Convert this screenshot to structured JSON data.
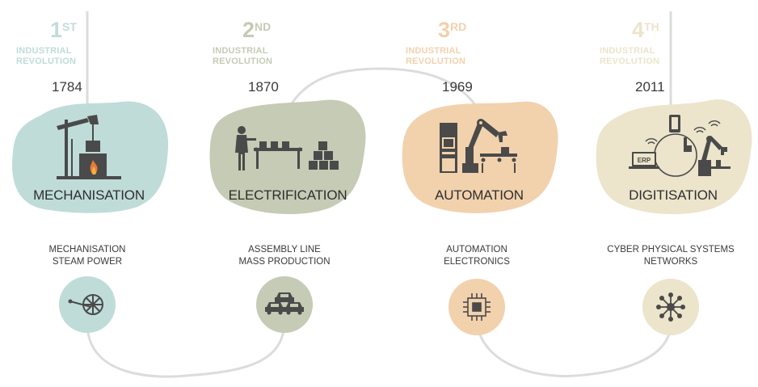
{
  "stages": [
    {
      "ordinal_number": "1",
      "ordinal_suffix": "ST",
      "revolution_line1": "INDUSTRIAL",
      "revolution_line2": "REVOLUTION",
      "year": "1784",
      "title": "MECHANISATION",
      "desc_line1": "MECHANISATION",
      "desc_line2": "STEAM POWER",
      "color": "#bfdcd9",
      "icon": "oil-pump-furnace-icon",
      "small_icon": "steam-wheel-icon"
    },
    {
      "ordinal_number": "2",
      "ordinal_suffix": "ND",
      "revolution_line1": "INDUSTRIAL",
      "revolution_line2": "REVOLUTION",
      "year": "1870",
      "title": "ELECTRIFICATION",
      "desc_line1": "ASSEMBLY LINE",
      "desc_line2": "MASS PRODUCTION",
      "color": "#c5cbb4",
      "icon": "assembly-line-worker-icon",
      "small_icon": "cars-icon"
    },
    {
      "ordinal_number": "3",
      "ordinal_suffix": "RD",
      "revolution_line1": "INDUSTRIAL",
      "revolution_line2": "REVOLUTION",
      "year": "1969",
      "title": "AUTOMATION",
      "desc_line1": "AUTOMATION",
      "desc_line2": "ELECTRONICS",
      "color": "#f2d1ad",
      "icon": "robot-arm-computer-icon",
      "small_icon": "microchip-icon"
    },
    {
      "ordinal_number": "4",
      "ordinal_suffix": "TH",
      "revolution_line1": "INDUSTRIAL",
      "revolution_line2": "REVOLUTION",
      "year": "2011",
      "title": "DIGITISATION",
      "desc_line1": "CYBER PHYSICAL SYSTEMS",
      "desc_line2": "NETWORKS",
      "color": "#ece4cb",
      "icon": "erp-network-robot-icon",
      "small_icon": "network-hub-icon",
      "erp_label": "ERP"
    }
  ],
  "colors": {
    "text_dark": "#3a3a3a",
    "icon_dark": "#4a4a4a",
    "line": "#dcdcdc"
  }
}
